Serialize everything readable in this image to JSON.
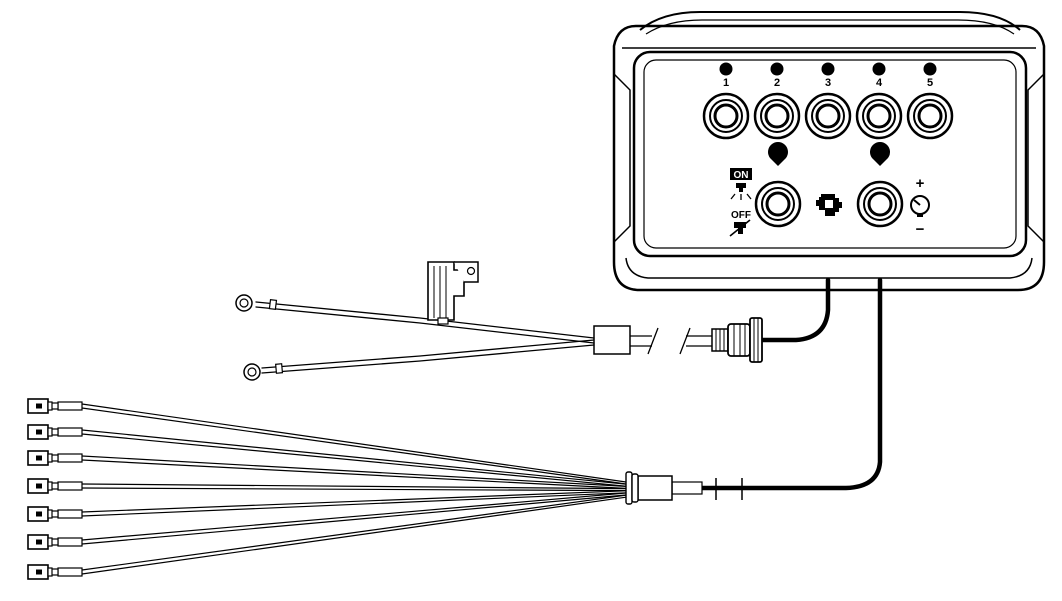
{
  "control_box": {
    "top_buttons": [
      {
        "number": "1",
        "icon": "led-dot-icon"
      },
      {
        "number": "2",
        "icon": "led-dot-icon"
      },
      {
        "number": "3",
        "icon": "led-dot-icon"
      },
      {
        "number": "4",
        "icon": "led-dot-icon"
      },
      {
        "number": "5",
        "icon": "led-dot-icon"
      }
    ],
    "power_switch": {
      "on_label": "ON",
      "off_label": "OFF",
      "icon": "work-light-icon"
    },
    "brightness": {
      "plus": "+",
      "minus": "−",
      "icon": "dimmer-knob-icon"
    },
    "center_icon": "engine-icon"
  },
  "harnesses": {
    "power_cable": {
      "ring_terminals": 2,
      "fuse_holder": true
    },
    "output_cable": {
      "spade_terminals": 7
    }
  },
  "colors": {
    "line": "#000000",
    "background": "#ffffff",
    "wire_fill": "#ffffff"
  }
}
